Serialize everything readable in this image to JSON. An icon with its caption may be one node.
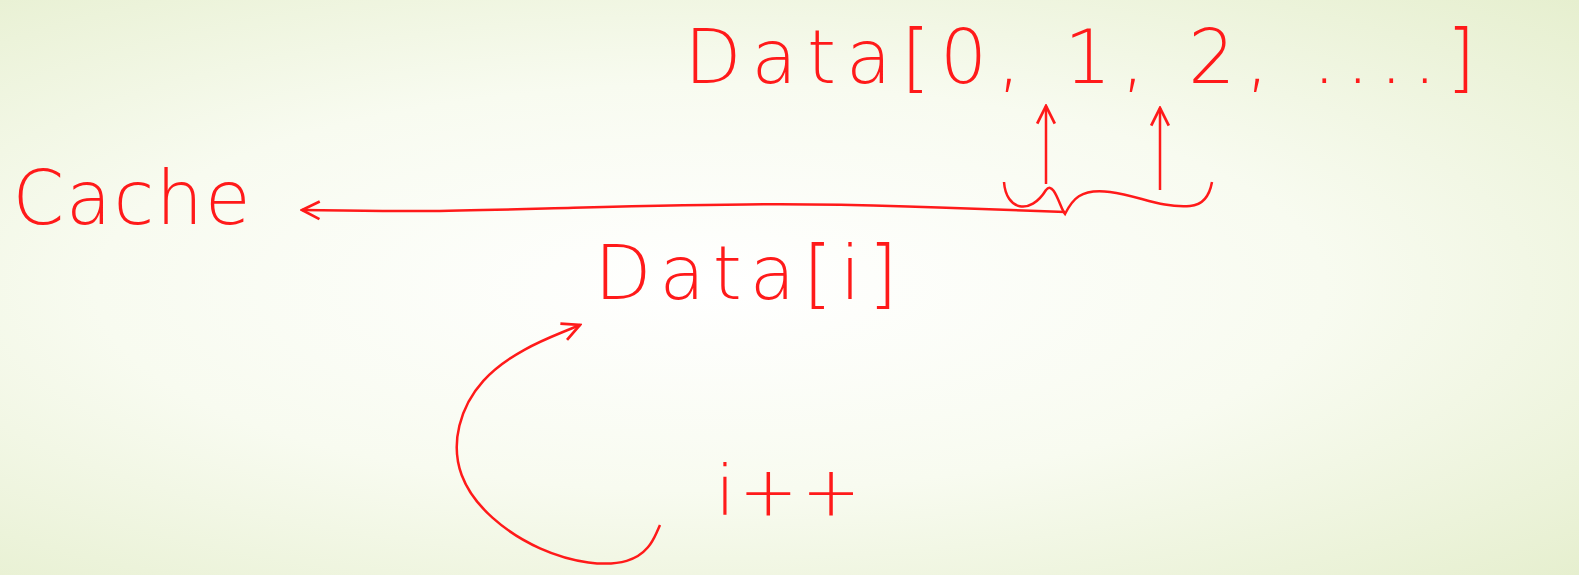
{
  "diagram": {
    "nodes": [
      {
        "text": [
          "Data[0, 1, 2, ....]"
        ]
      },
      {
        "text": [
          "Cache"
        ]
      },
      {
        "text": [
          "Data[i]"
        ]
      },
      {
        "text": [
          "i++"
        ]
      },
      {
        "text": [],
        "shape": "brace"
      }
    ],
    "edges": [
      {
        "from": 4,
        "to": 0,
        "arrow": "to"
      },
      {
        "from": 4,
        "to": 0,
        "arrow": "to"
      },
      {
        "from": 4,
        "to": 1,
        "arrow": "to"
      },
      {
        "from": 3,
        "to": 2,
        "arrow": "to"
      }
    ]
  }
}
